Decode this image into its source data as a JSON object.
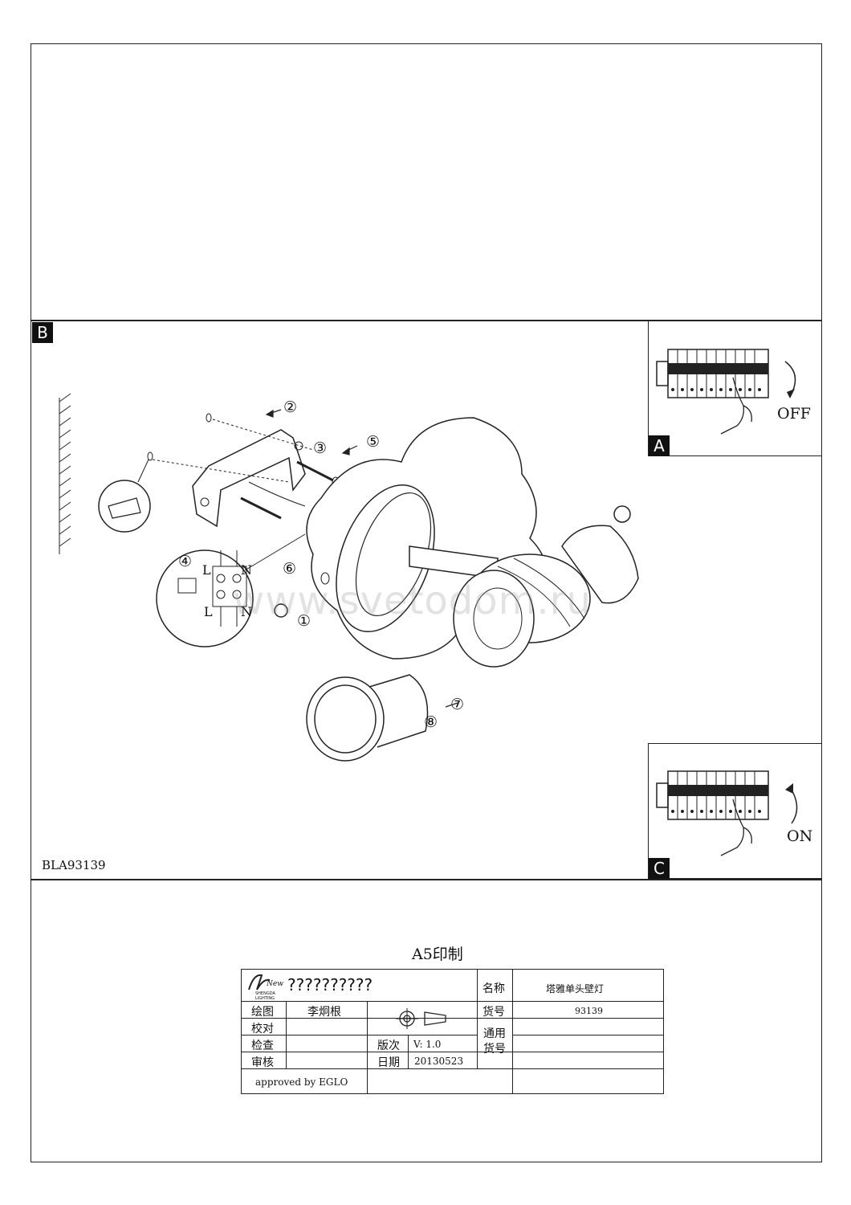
{
  "sections": {
    "b_label": "B",
    "a_label": "A",
    "c_label": "C"
  },
  "panel_a": {
    "state_text": "OFF"
  },
  "panel_c": {
    "state_text": "ON"
  },
  "model_code": "BLA93139",
  "watermark": "www.svetodom.ru",
  "wiring": {
    "l_top": "L",
    "n_top": "N",
    "l_bottom": "L",
    "n_bottom": "N"
  },
  "steps": [
    "①",
    "②",
    "③",
    "④",
    "⑤",
    "⑥",
    "⑦",
    "⑧"
  ],
  "print_note": "A5印制",
  "title_block": {
    "logo_text": "New",
    "logo_sub": "SHENGDA LIGHTING",
    "company": "??????????",
    "name_label": "名称",
    "name_value": "塔雅单头壁灯",
    "draw_label": "绘图",
    "draw_value": "李炯根",
    "item_label": "货号",
    "item_value": "93139",
    "check_label": "校对",
    "inspect_label": "检查",
    "general_label": "通用货号",
    "version_label": "版次",
    "version_value": "V: 1.0",
    "review_label": "审核",
    "date_label": "日期",
    "date_value": "20130523",
    "approved": "approved by EGLO"
  }
}
